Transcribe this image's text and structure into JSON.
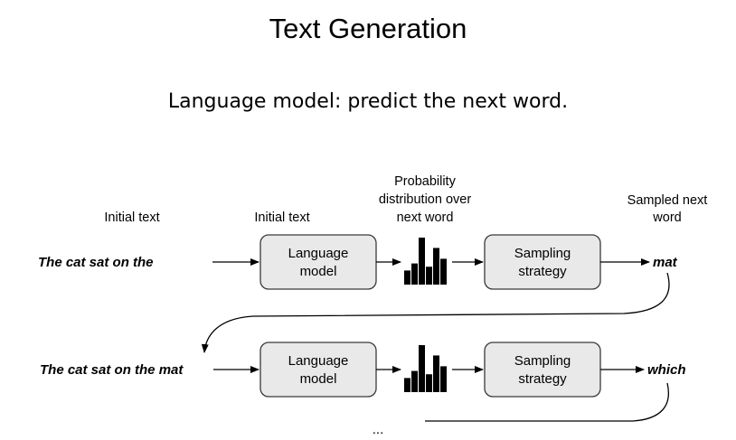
{
  "title": "Text Generation",
  "subtitle": "Language model: predict the next word.",
  "headers": {
    "initial_text_left": "Initial text",
    "initial_text_model": "Initial text",
    "prob_line1": "Probability",
    "prob_line2": "distribution over",
    "prob_line3": "next word",
    "sampled_line1": "Sampled next",
    "sampled_line2": "word"
  },
  "rows": [
    {
      "input": "The cat sat on the",
      "model_line1": "Language",
      "model_line2": "model",
      "strategy_line1": "Sampling",
      "strategy_line2": "strategy",
      "output": "mat",
      "histogram": [
        0.3,
        0.45,
        1.0,
        0.38,
        0.78,
        0.55
      ]
    },
    {
      "input": "The cat sat on the mat",
      "model_line1": "Language",
      "model_line2": "model",
      "strategy_line1": "Sampling",
      "strategy_line2": "strategy",
      "output": "which",
      "histogram": [
        0.3,
        0.45,
        1.0,
        0.38,
        0.78,
        0.55
      ]
    }
  ],
  "ellipsis": "..."
}
